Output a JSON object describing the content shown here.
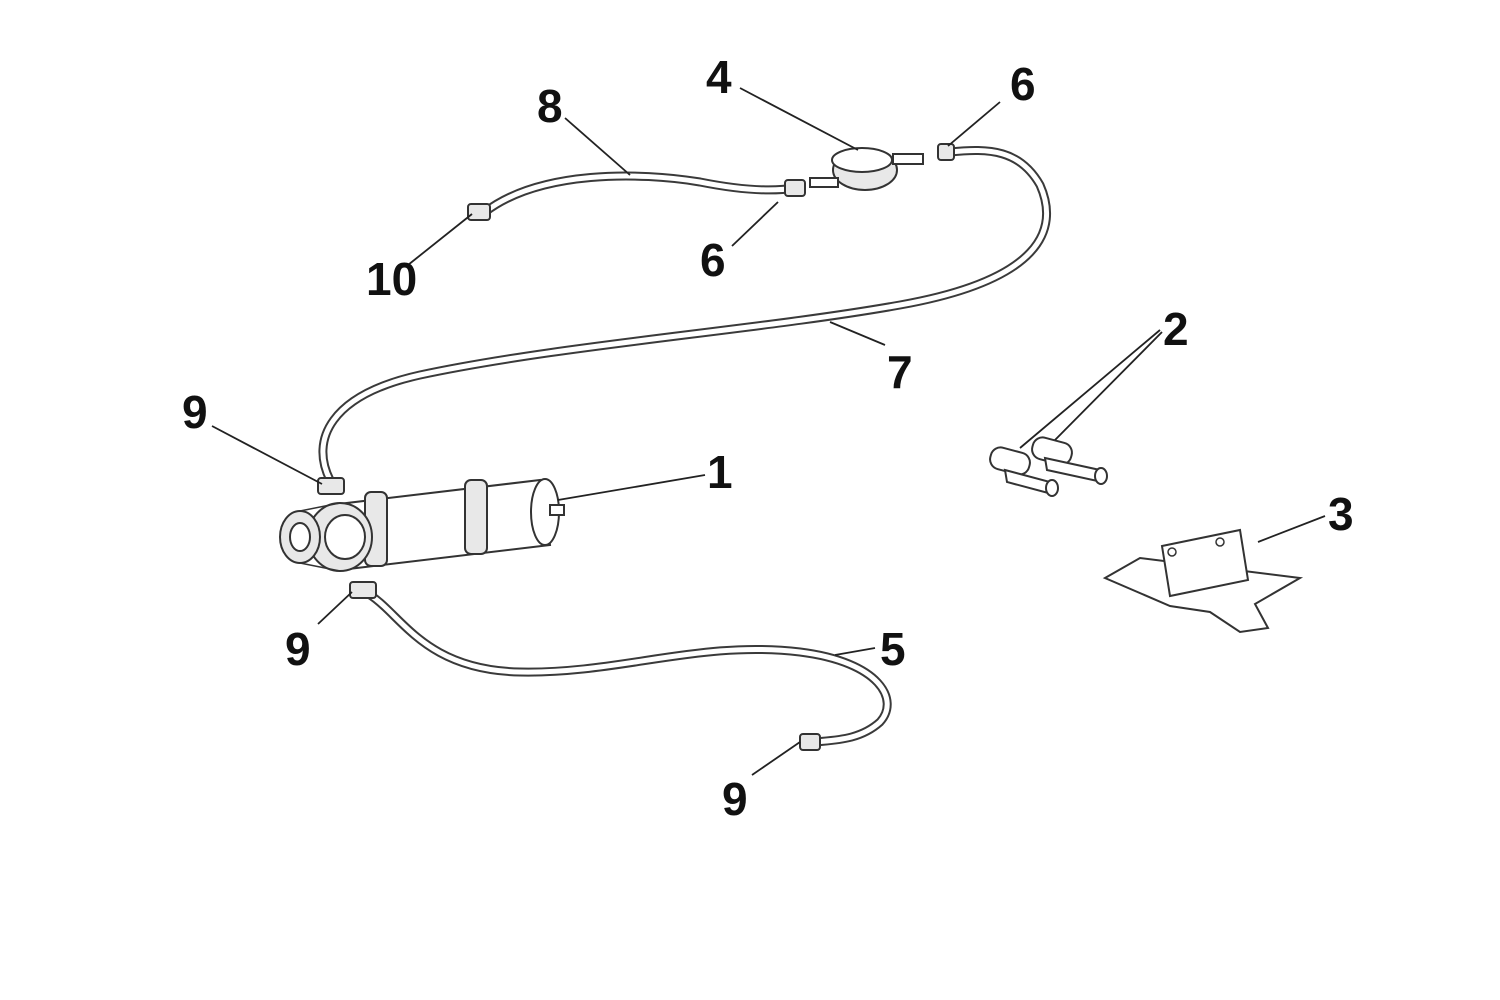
{
  "callouts": {
    "c1": "1",
    "c2": "2",
    "c3": "3",
    "c4": "4",
    "c5": "5",
    "c6a": "6",
    "c6b": "6",
    "c7": "7",
    "c8": "8",
    "c9a": "9",
    "c9b": "9",
    "c9c": "9",
    "c10": "10"
  }
}
